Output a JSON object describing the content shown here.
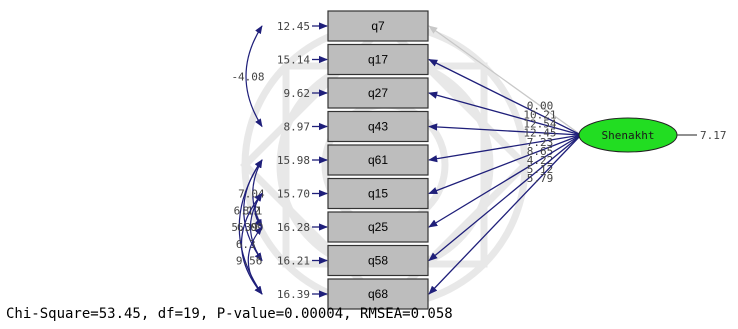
{
  "diagram": {
    "latent": {
      "name": "Shenakht",
      "variance": "7.17",
      "fill": "#22dd22"
    },
    "colors": {
      "arrow": "#1f1f7a",
      "box_fill": "#bdbdbd",
      "box_stroke": "#333333",
      "fixed_path": "#c8c8c8"
    },
    "items": [
      {
        "name": "q7",
        "error": "12.45",
        "loading": "0.00"
      },
      {
        "name": "q17",
        "error": "15.14",
        "loading": "10.21"
      },
      {
        "name": "q27",
        "error": "9.62",
        "loading": "12.54"
      },
      {
        "name": "q43",
        "error": "8.97",
        "loading": "12.45"
      },
      {
        "name": "q61",
        "error": "15.98",
        "loading": "7.23"
      },
      {
        "name": "q15",
        "error": "15.70",
        "loading": "8.65"
      },
      {
        "name": "q25",
        "error": "16.28",
        "loading": "4.22"
      },
      {
        "name": "q58",
        "error": "16.21",
        "loading": "5.12"
      },
      {
        "name": "q68",
        "error": "16.39",
        "loading": "5.79"
      }
    ],
    "covariances": [
      {
        "from": "q7",
        "to": "q43",
        "value": "-4.08"
      },
      {
        "from": "q61",
        "to": "q25",
        "value": "7.04"
      },
      {
        "from": "q61",
        "to": "q58",
        "value": "6.12"
      },
      {
        "from": "q15",
        "to": "q25",
        "value": "8.1"
      },
      {
        "from": "q61",
        "to": "q68",
        "value": "5.39"
      },
      {
        "from": "q15",
        "to": "q58",
        "value": "6.09"
      },
      {
        "from": "q15",
        "to": "q68",
        "value": "6.3"
      },
      {
        "from": "q25",
        "to": "q68",
        "value": "9.56"
      }
    ]
  },
  "fit": {
    "text": "Chi-Square=53.45, df=19, P-value=0.00004, RMSEA=0.058"
  }
}
